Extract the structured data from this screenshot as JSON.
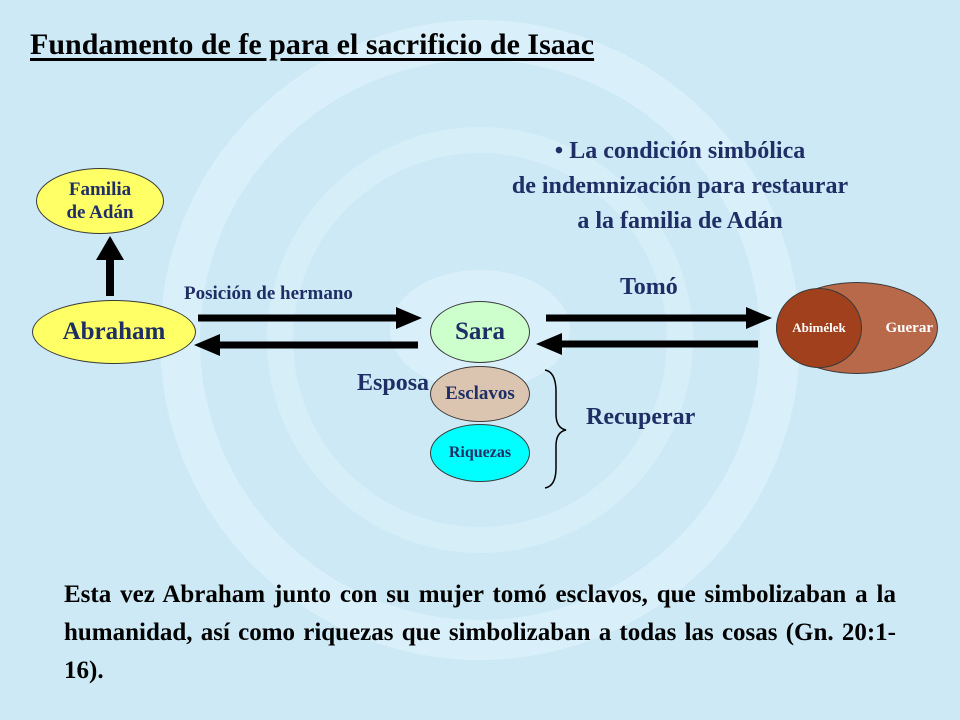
{
  "title": "Fundamento de fe para el sacrificio de Isaac",
  "condition": {
    "bullet": "•",
    "line1": "La condición simbólica",
    "line2": "de indemnización para restaurar",
    "line3": "a la familia de Adán"
  },
  "nodes": {
    "familia_line1": "Familia",
    "familia_line2": "de Adán",
    "abraham": "Abraham",
    "sara": "Sara",
    "esclavos": "Esclavos",
    "riquezas": "Riquezas",
    "guerar": "Guerar",
    "abimelek": "Abimélek"
  },
  "labels": {
    "posicion": "Posición de hermano",
    "esposa": "Esposa",
    "tomo": "Tomó",
    "recuperar": "Recuperar"
  },
  "bottom_text": "Esta vez Abraham junto con su mujer tomó esclavos, que simbolizaban a la humanidad, así como riquezas que simbolizaban a todas las cosas (Gn. 20:1-16).",
  "colors": {
    "background": "#cce9f5",
    "text_navy": "#1f2f66",
    "yellow_node": "#ffff66",
    "sara_node": "#ccffcc",
    "esclavos_node": "#dcc5b0",
    "riquezas_node": "#00ffff",
    "guerar_node": "#b8694a",
    "abimelek_node": "#a0401c"
  }
}
